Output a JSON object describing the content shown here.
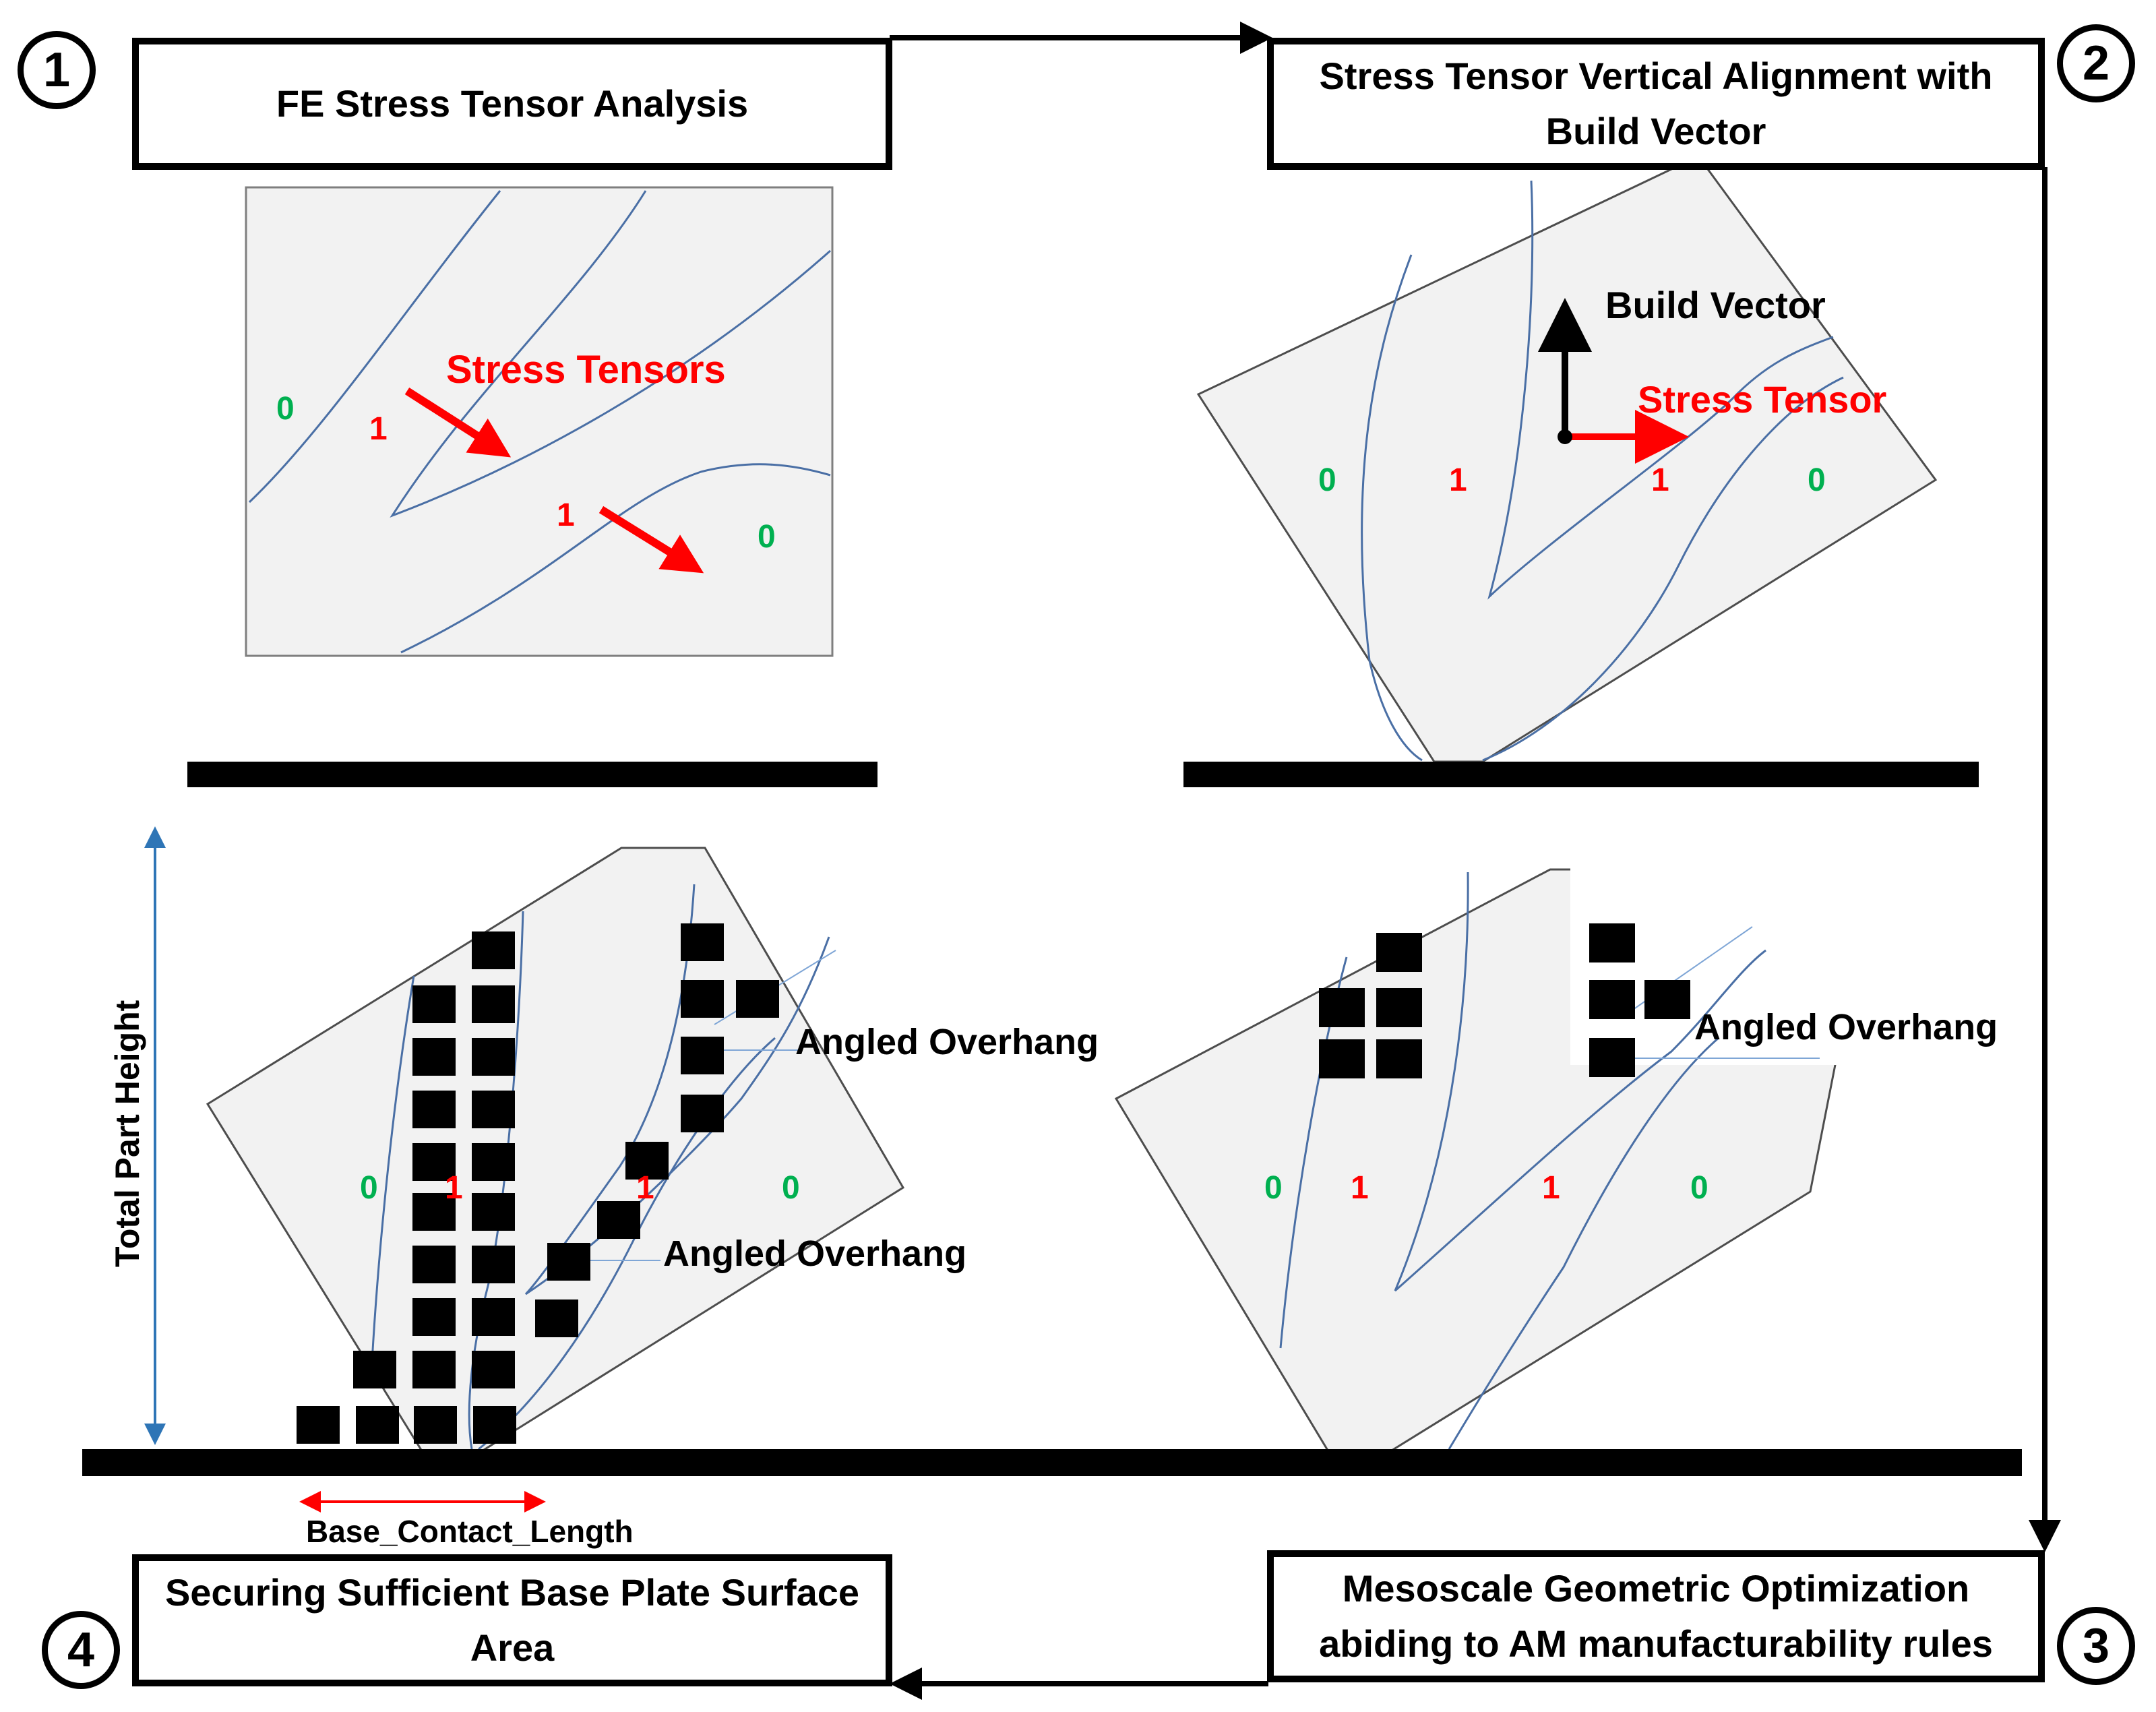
{
  "steps": [
    {
      "number": "1",
      "title": "FE Stress Tensor Analysis"
    },
    {
      "number": "2",
      "title": "Stress Tensor Vertical Alignment with Build Vector"
    },
    {
      "number": "3",
      "title": "Mesoscale Geometric Optimization abiding to AM manufacturability rules"
    },
    {
      "number": "4",
      "title": "Securing Sufficient Base Plate Surface Area"
    }
  ],
  "panel1": {
    "annotation": "Stress Tensors",
    "regions": [
      "0",
      "1",
      "1",
      "0"
    ]
  },
  "panel2": {
    "build_vector": "Build Vector",
    "stress_tensor": "Stress Tensor",
    "regions": [
      "0",
      "1",
      "1",
      "0"
    ]
  },
  "panel3": {
    "overhang": "Angled Overhang",
    "regions": [
      "0",
      "1",
      "1",
      "0"
    ]
  },
  "panel4": {
    "overhang_upper": "Angled Overhang",
    "overhang_lower": "Angled Overhang",
    "height_label": "Total Part Height",
    "base_label": "Base_Contact_Length",
    "regions": [
      "0",
      "1",
      "1",
      "0"
    ]
  },
  "colors": {
    "zero": "#00b050",
    "one": "#ff0000",
    "stress": "#ff0000",
    "contour": "#4a6fa5",
    "plate": "#f2f2f2",
    "dimension": "#2e75b6"
  }
}
